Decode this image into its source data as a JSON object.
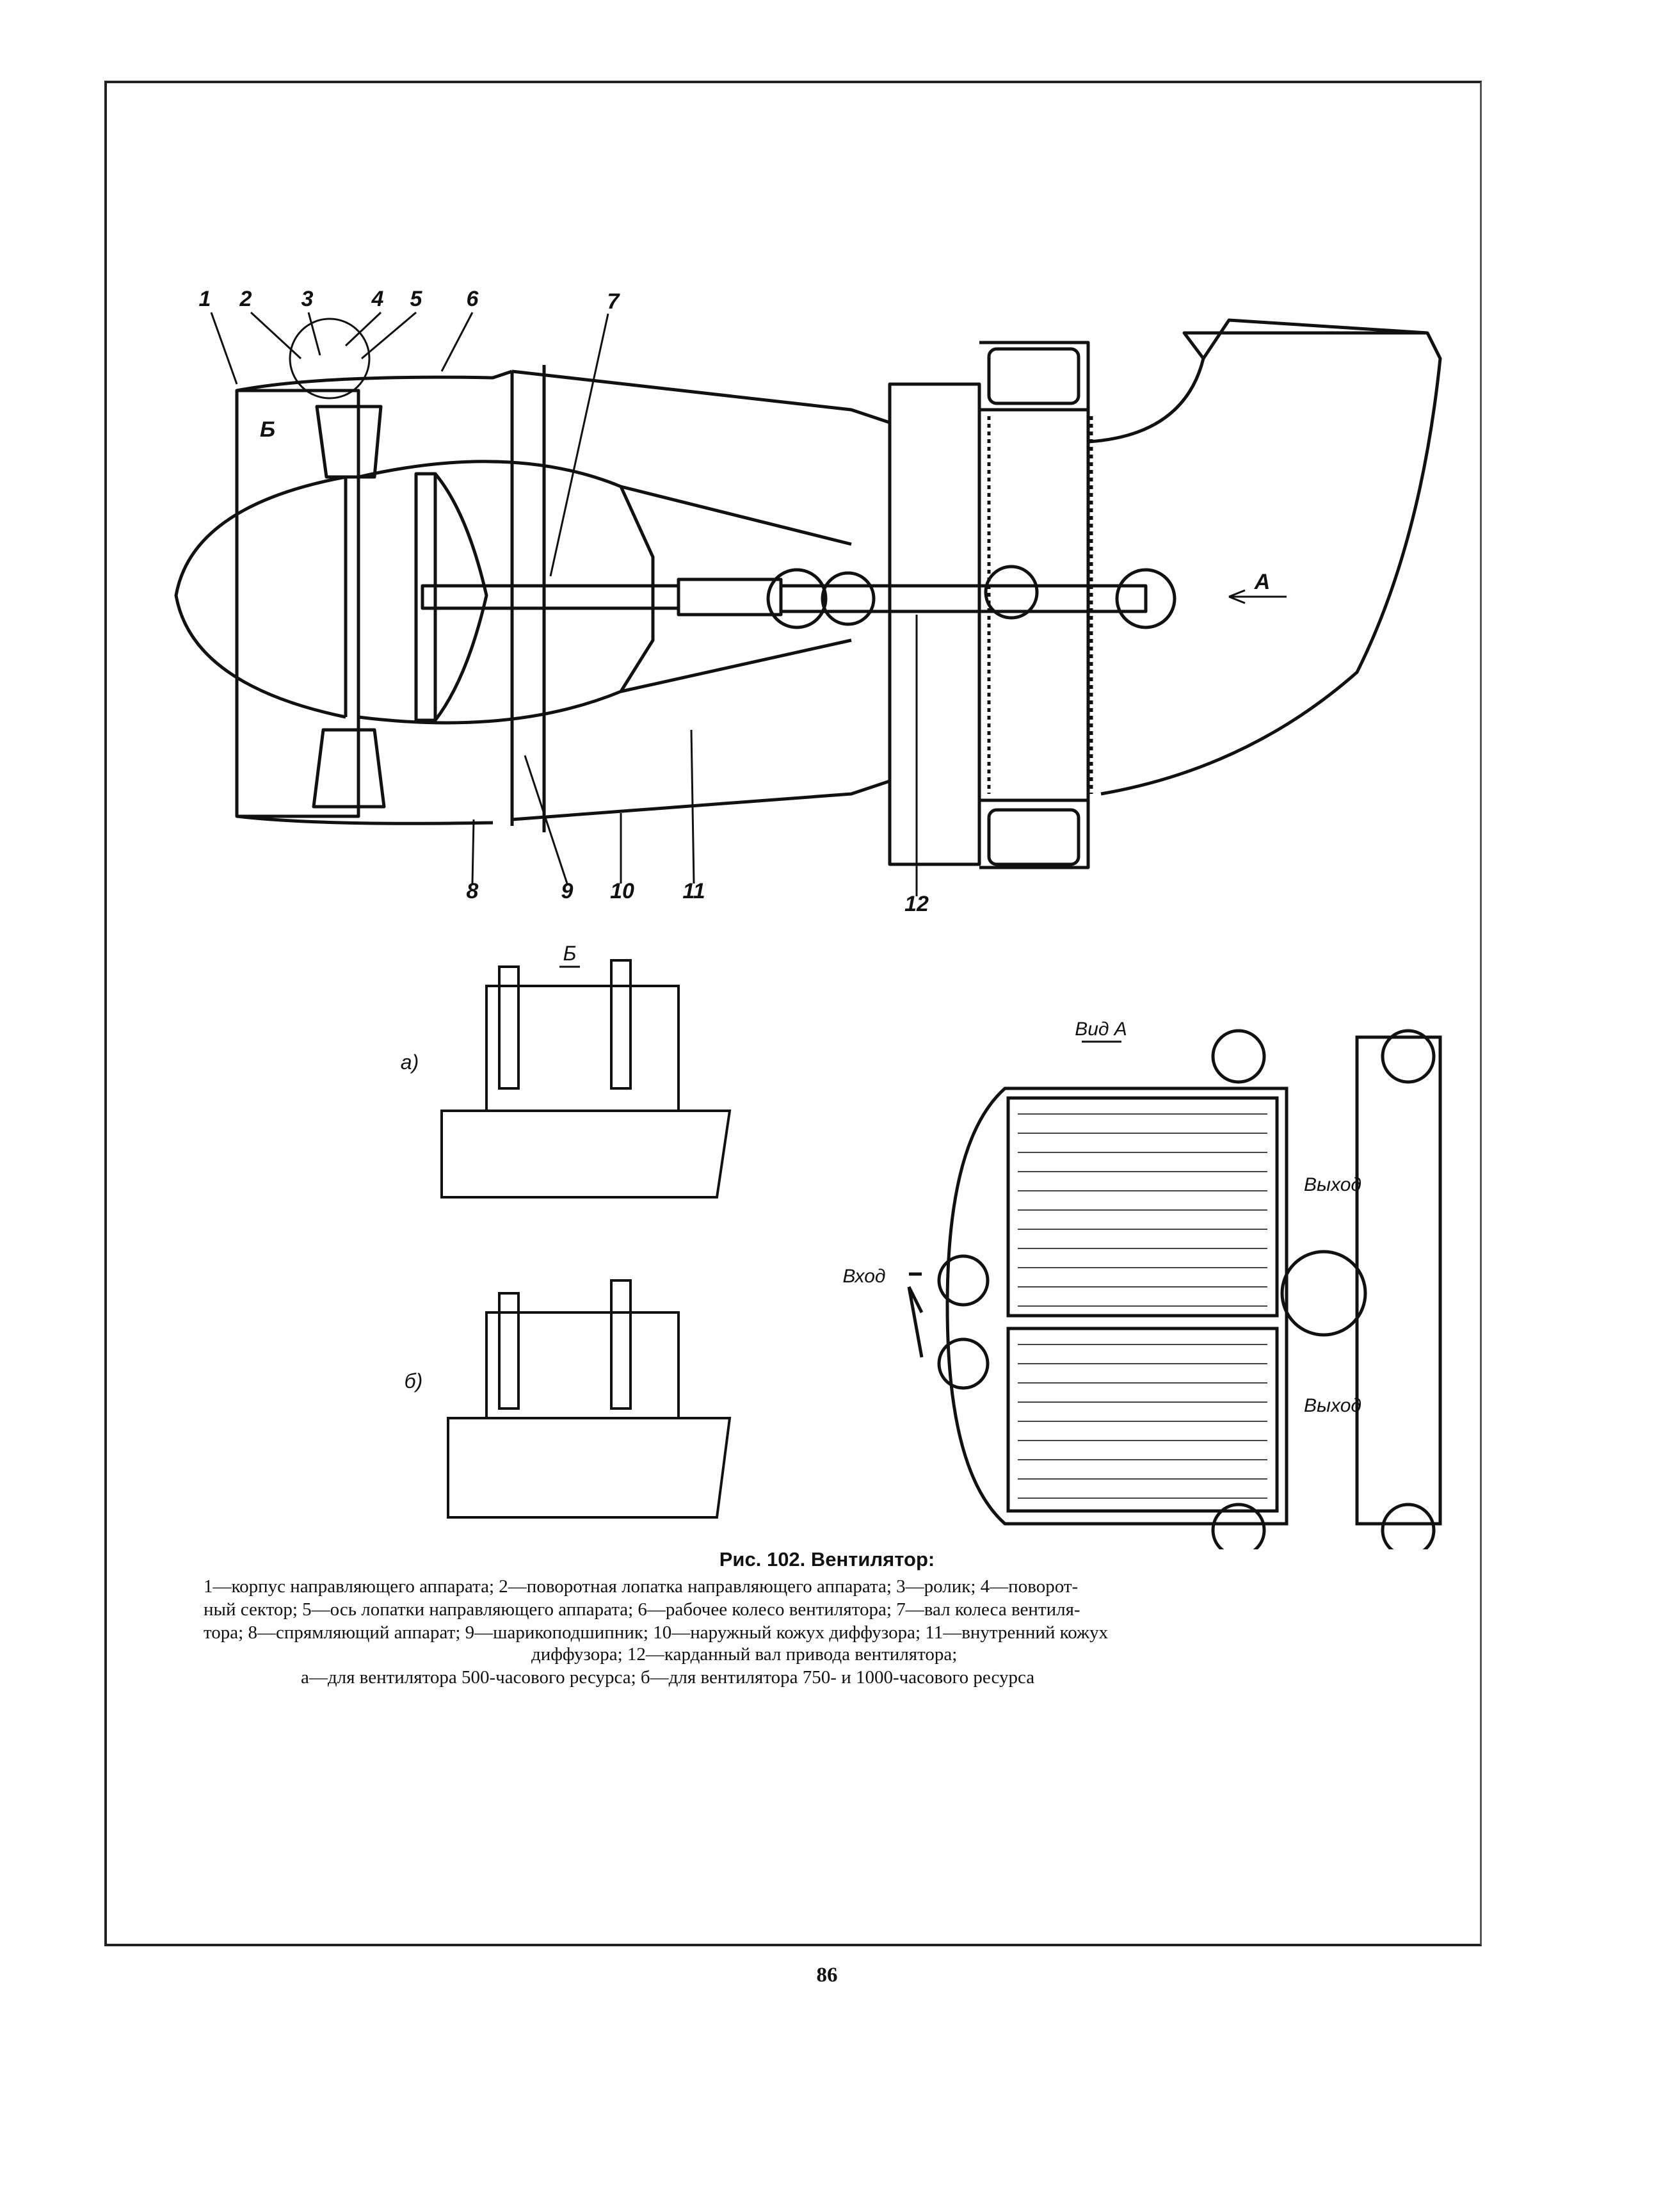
{
  "figure": {
    "callouts": [
      "1",
      "2",
      "3",
      "4",
      "5",
      "6",
      "7",
      "8",
      "9",
      "10",
      "11",
      "12"
    ],
    "section_mark": "Б",
    "view_arrow_label": "А",
    "detail_title": "Б",
    "detail_a_label": "а)",
    "detail_b_label": "б)",
    "view_title": "Вид А",
    "view_inlet_label": "Вход",
    "view_outlet_top_label": "Выход",
    "view_outlet_bottom_label": "Выход"
  },
  "caption": {
    "title": "Рис. 102. Вентилятор:",
    "line1": "1—корпус направляющего аппарата; 2—поворотная лопатка направляющего аппарата; 3—ролик; 4—поворот-",
    "line2": "ный сектор; 5—ось лопатки направляющего аппарата; 6—рабочее колесо вентилятора; 7—вал колеса вентиля-",
    "line3": "тора; 8—спрямляющий аппарат; 9—шарикоподшипник; 10—наружный кожух диффузора; 11—внутренний кожух",
    "line4": "диффузора; 12—карданный вал привода вентилятора;",
    "line5": "а—для вентилятора 500-часового ресурса; б—для вентилятора 750- и 1000-часового ресурса"
  },
  "page_number": "86"
}
